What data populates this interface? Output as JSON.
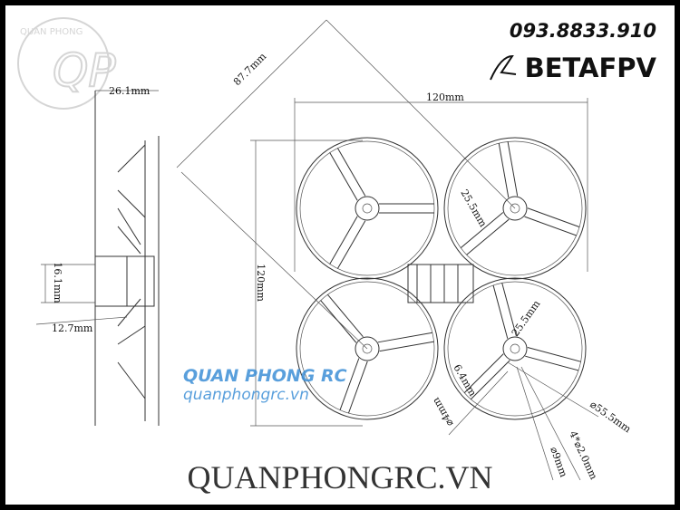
{
  "contact": {
    "phone": "093.8833.910"
  },
  "brand": {
    "name": "BETAFPV"
  },
  "logo": {
    "ring_text": "QUAN PHONG",
    "letters": "QP"
  },
  "watermark": {
    "name": "QUAN PHONG RC",
    "url": "quanphongrc.vn"
  },
  "footer": {
    "site": "QUANPHONGRC.VN"
  },
  "dimensions": {
    "side_width": "26.1mm",
    "diagonal": "87.7mm",
    "width": "120mm",
    "height": "120mm",
    "side_height": "16.1mm",
    "side_offset": "12.7mm",
    "prop_offset_a": "25.5mm",
    "prop_offset_b": "25.5mm",
    "hub_offset": "6.4mm",
    "shaft_dia": "⌀4mm",
    "hub_dia": "⌀9mm",
    "screw_holes": "4*⌀2.0mm",
    "duct_dia": "⌀55.5mm"
  }
}
